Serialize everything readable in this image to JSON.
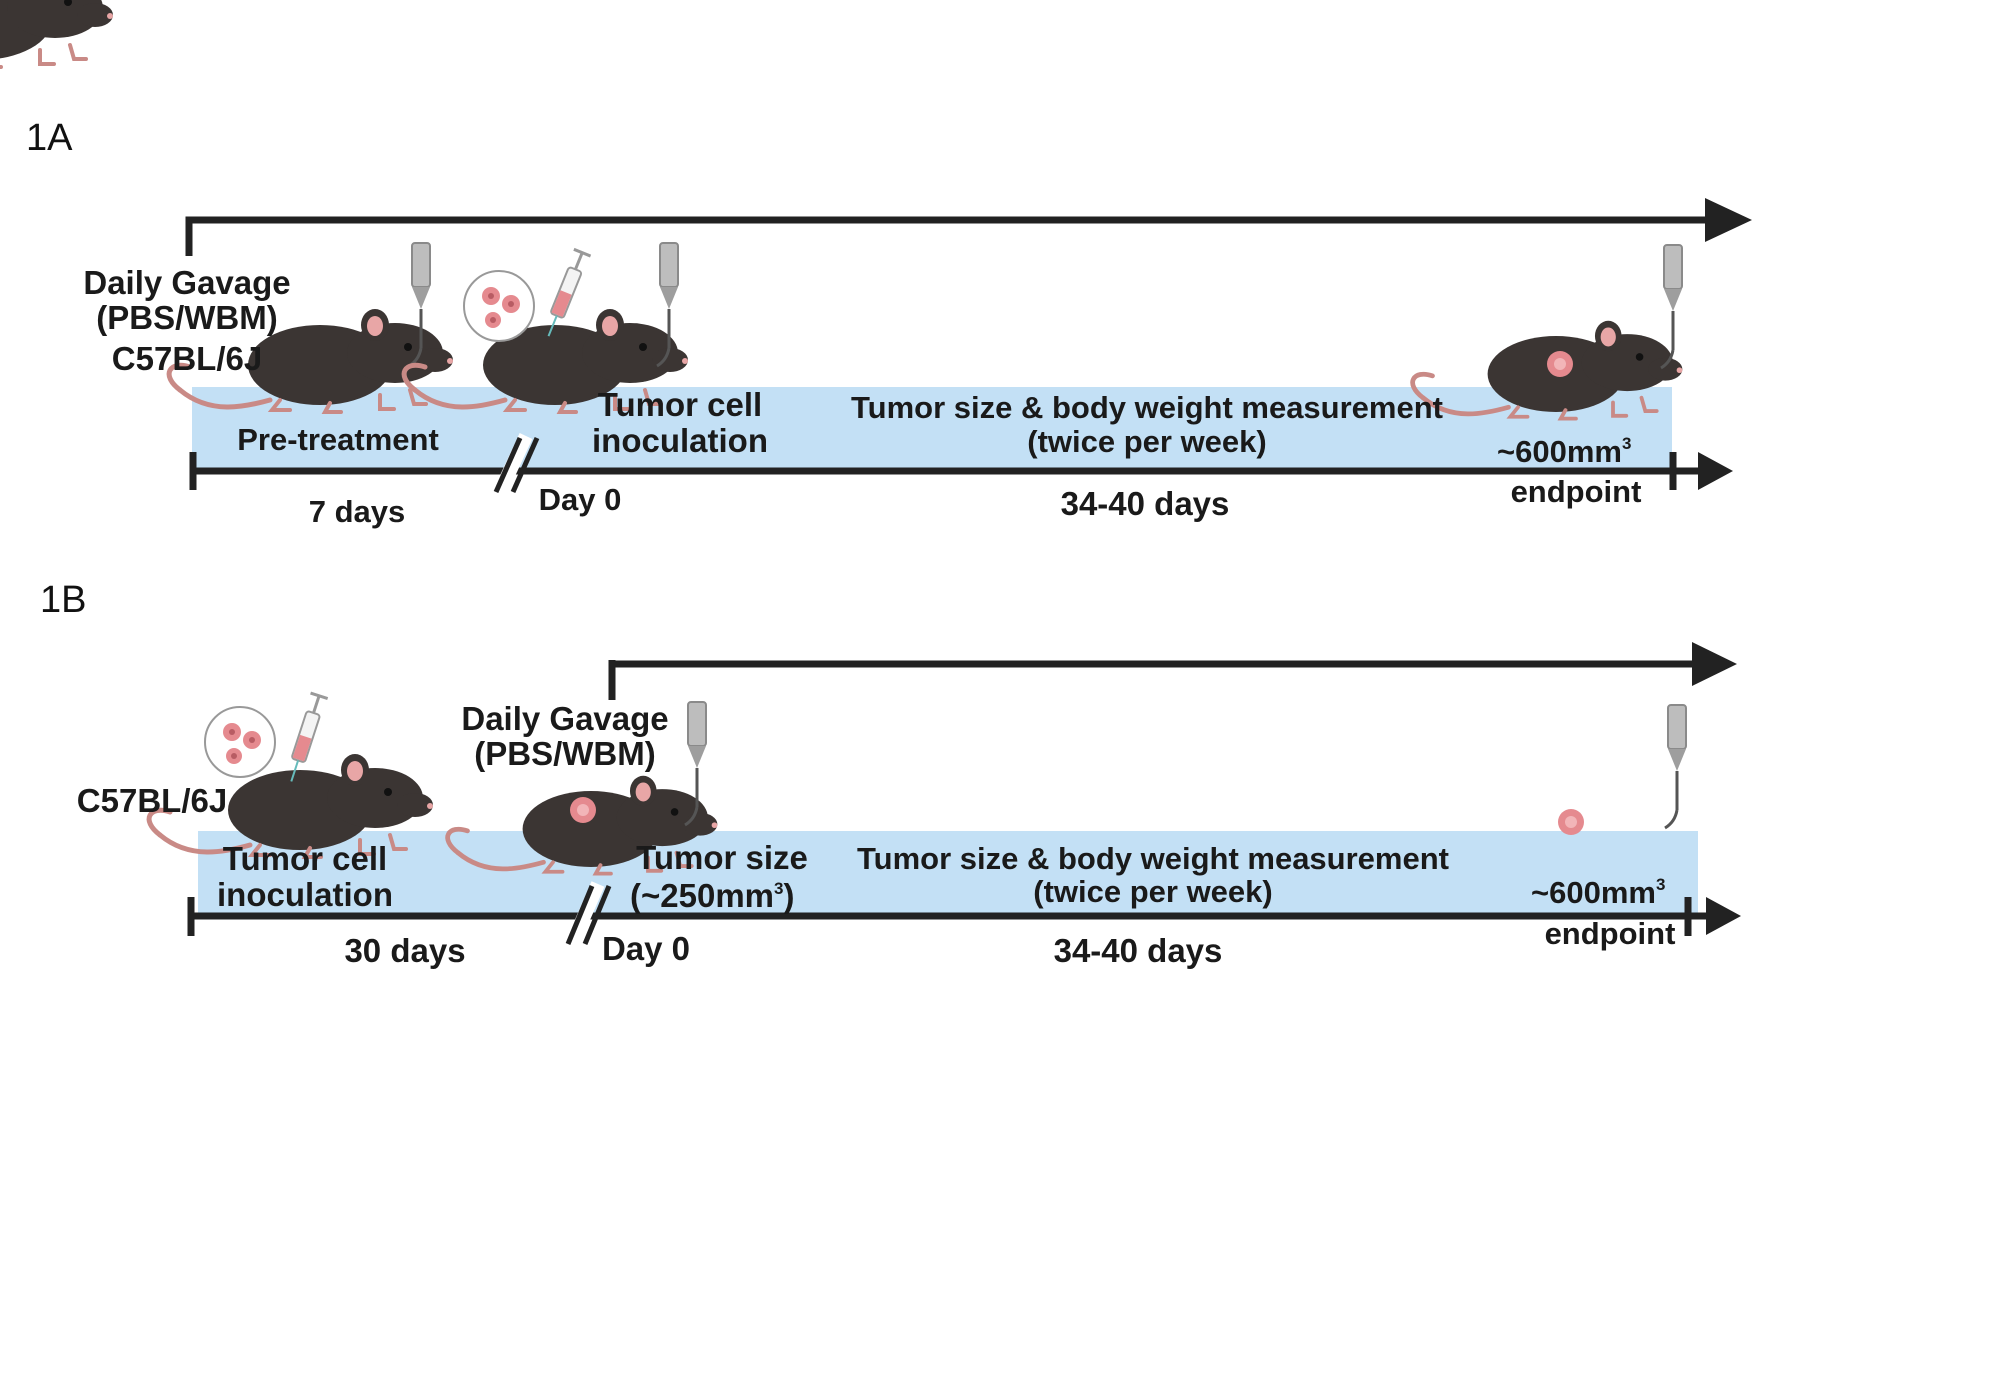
{
  "panelA": {
    "label": "1A",
    "gavage_line1": "Daily Gavage",
    "gavage_line2": "(PBS/WBM)",
    "strain": "C57BL/6J",
    "pretreatment": "Pre-treatment",
    "seven_days": "7 days",
    "day0": "Day 0",
    "inoc_line1": "Tumor cell",
    "inoc_line2": "inoculation",
    "measure_line1": "Tumor size & body weight measurement",
    "measure_line2": "(twice per week)",
    "duration": "34-40 days",
    "endpoint_size": "~600mm",
    "endpoint_sup": "3",
    "endpoint": "endpoint"
  },
  "panelB": {
    "label": "1B",
    "strain": "C57BL/6J",
    "inoc_line1": "Tumor cell",
    "inoc_line2": "inoculation",
    "thirty_days": "30 days",
    "gavage_line1": "Daily Gavage",
    "gavage_line2": "(PBS/WBM)",
    "tumor_size_line1": "Tumor size",
    "tumor_size_line2": "(~250mm",
    "tumor_size_sup": "3",
    "tumor_size_close": ")",
    "day0": "Day 0",
    "measure_line1": "Tumor size & body weight measurement",
    "measure_line2": "(twice per week)",
    "duration": "34-40 days",
    "endpoint_size": "~600mm",
    "endpoint_sup": "3",
    "endpoint": "endpoint"
  },
  "icons": [
    "mouse-icon",
    "gavage-needle-icon",
    "syringe-icon",
    "tumor-cells-icon",
    "tumor-icon"
  ],
  "colors": {
    "band": "#c3e0f5",
    "line": "#222222",
    "mouse": "#3b3533",
    "tumor": "#e58a8f",
    "tail": "#c98a86"
  }
}
